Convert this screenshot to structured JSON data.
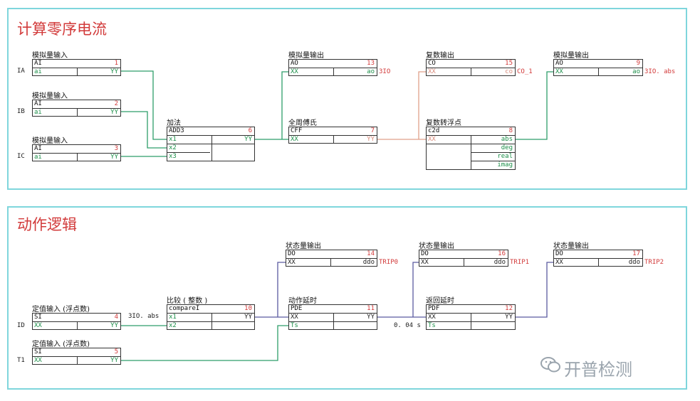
{
  "panel1": {
    "title": "计算零序电流"
  },
  "panel2": {
    "title": "动作逻辑"
  },
  "blocks": {
    "ai1": {
      "label": "模拟量输入",
      "name": "AI",
      "num": "1",
      "in": "ai",
      "out": "YY"
    },
    "ai2": {
      "label": "模拟量输入",
      "name": "AI",
      "num": "2",
      "in": "ai",
      "out": "YY"
    },
    "ai3": {
      "label": "模拟量输入",
      "name": "AI",
      "num": "3",
      "in": "ai",
      "out": "YY"
    },
    "add3": {
      "label": "加法",
      "name": "ADD3",
      "num": "6",
      "in1": "x1",
      "in2": "x2",
      "in3": "x3",
      "out": "YY"
    },
    "ao13": {
      "label": "模拟量输出",
      "name": "AO",
      "num": "13",
      "in": "XX",
      "out": "ao"
    },
    "cff": {
      "label": "全周傅氏",
      "name": "CFF",
      "num": "7",
      "in": "XX",
      "out": "YY"
    },
    "co15": {
      "label": "复数输出",
      "name": "CO",
      "num": "15",
      "in": "XX",
      "out": "co"
    },
    "c2d": {
      "label": "复数转浮点",
      "name": "c2d",
      "num": "8",
      "in": "XX",
      "out1": "abs",
      "out2": "deg",
      "out3": "real",
      "out4": "imag"
    },
    "ao9": {
      "label": "模拟量输出",
      "name": "AO",
      "num": "9",
      "in": "XX",
      "out": "ao"
    },
    "si4": {
      "label": "定值输入 (浮点数)",
      "name": "SI",
      "num": "4",
      "in": "XX",
      "out": "YY"
    },
    "si5": {
      "label": "定值输入 (浮点数)",
      "name": "SI",
      "num": "5",
      "in": "XX",
      "out": "YY"
    },
    "cmp": {
      "label": "比较 ( 整数 )",
      "name": "compareI",
      "num": "10",
      "in1": "x1",
      "in2": "x2",
      "out": "YY"
    },
    "do14": {
      "label": "状态量输出",
      "name": "DO",
      "num": "14",
      "in": "XX",
      "out": "ddo"
    },
    "pde": {
      "label": "动作延时",
      "name": "PDE",
      "num": "11",
      "in1": "XX",
      "in2": "Ts",
      "out": "YY"
    },
    "do16": {
      "label": "状态量输出",
      "name": "DO",
      "num": "16",
      "in": "XX",
      "out": "ddo"
    },
    "pdf": {
      "label": "返回延时",
      "name": "PDF",
      "num": "12",
      "in1": "XX",
      "in2": "Ts",
      "out": "YY"
    },
    "do17": {
      "label": "状态量输出",
      "name": "DO",
      "num": "17",
      "in": "XX",
      "out": "ddo"
    }
  },
  "signals": {
    "ia": "IA",
    "ib": "IB",
    "ic": "IC",
    "o_3io": "3IO",
    "o_co1": "CO_1",
    "o_3ioabs": "3IO. abs",
    "id": "ID",
    "t1": "T1",
    "in_3ioabs": "3IO. abs",
    "ts_val": "0. 04 s",
    "trip0": "TRIP0",
    "trip1": "TRIP1",
    "trip2": "TRIP2"
  },
  "watermark": "开普检测",
  "colors": {
    "wire_green": "#2e9e6a",
    "wire_salmon": "#e0a08a",
    "wire_blue": "#5a5aa0",
    "panel_border": "#7fd6dc",
    "title_red": "#d23a3a"
  }
}
